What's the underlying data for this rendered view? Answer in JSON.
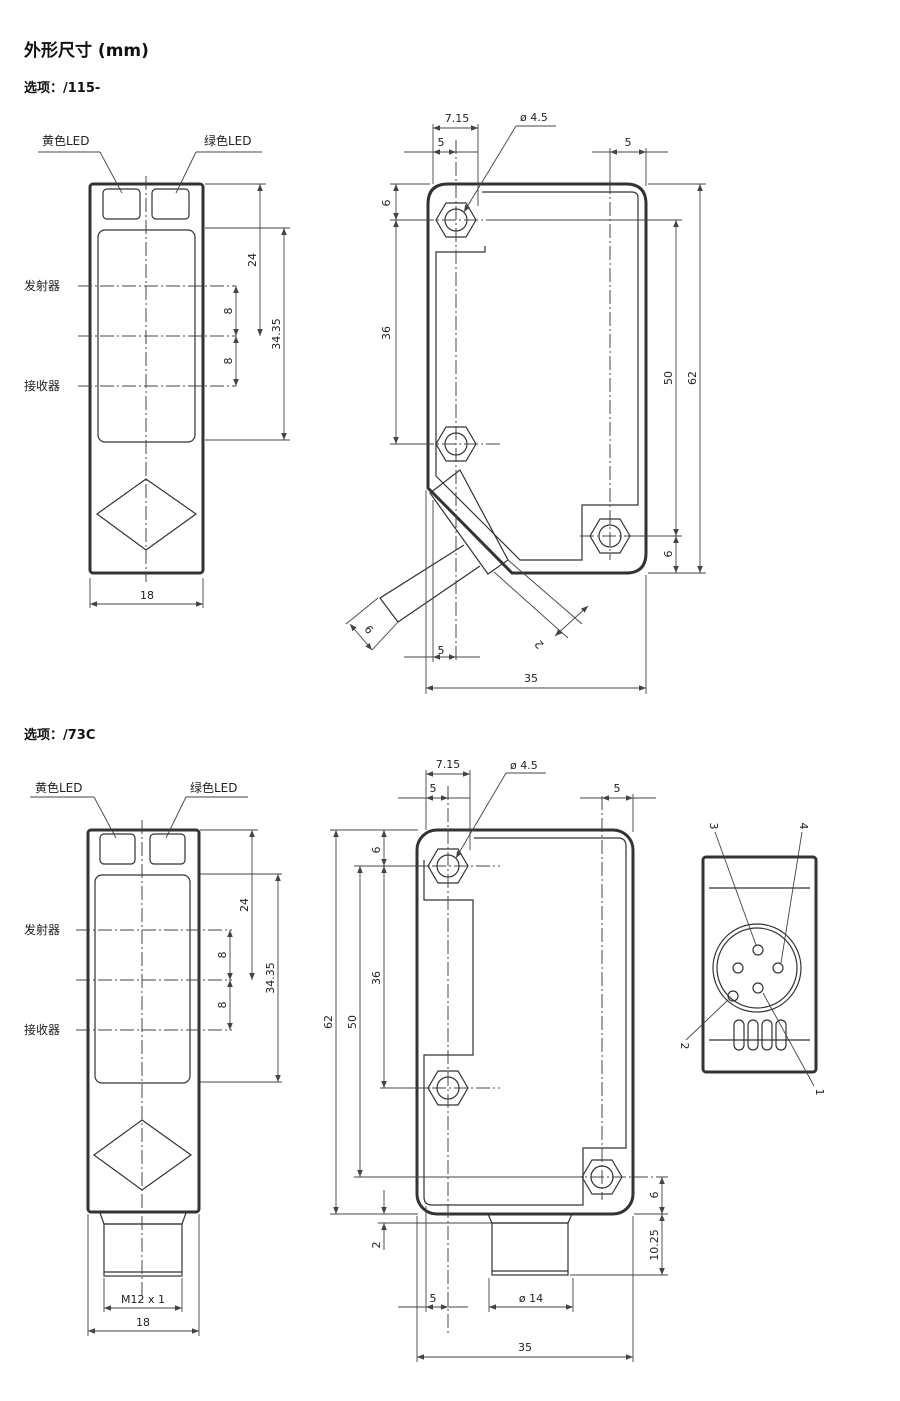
{
  "title": "外形尺寸 (mm)",
  "options": [
    "选项：/115-",
    "选项：/73C"
  ],
  "labels": {
    "yellow_led": "黄色LED",
    "green_led": "绿色LED",
    "emitter": "发射器",
    "receiver": "接收器"
  },
  "dims_115": {
    "front": [
      "24",
      "8",
      "8",
      "34.35",
      "18"
    ],
    "side": [
      "7.15",
      "ø 4.5",
      "5",
      "5",
      "6",
      "36",
      "50",
      "62",
      "6",
      "6",
      "2",
      "5",
      "35"
    ]
  },
  "dims_73c": {
    "front": [
      "24",
      "8",
      "8",
      "34.35",
      "M12 x 1",
      "18"
    ],
    "side": [
      "7.15",
      "ø 4.5",
      "5",
      "5",
      "6",
      "36",
      "50",
      "62",
      "6",
      "2",
      "10.25",
      "5",
      "ø 14",
      "35"
    ],
    "pins": [
      "1",
      "2",
      "3",
      "4"
    ]
  }
}
